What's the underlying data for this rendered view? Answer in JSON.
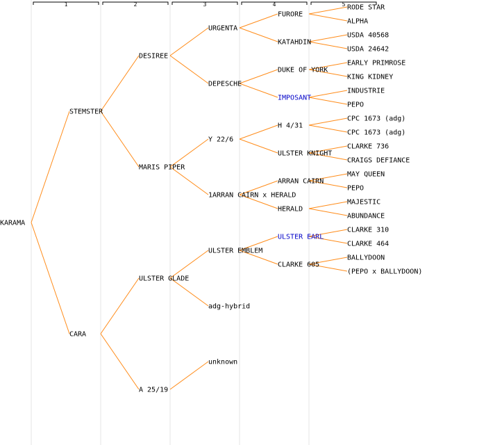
{
  "generation_labels": [
    "1",
    "2",
    "3",
    "4",
    "5"
  ],
  "colors": {
    "edge": "#ff8c1a",
    "text": "#000000",
    "link": "#0000c8",
    "column_line": "#e6e6e6",
    "ruler": "#000000"
  },
  "tree": {
    "name": "KARAMA",
    "children": [
      {
        "name": "STEMSTER",
        "children": [
          {
            "name": "DESIREE",
            "children": [
              {
                "name": "URGENTA",
                "children": [
                  {
                    "name": "FURORE",
                    "children": [
                      {
                        "name": "RODE STAR"
                      },
                      {
                        "name": "ALPHA"
                      }
                    ]
                  },
                  {
                    "name": "KATAHDIN",
                    "children": [
                      {
                        "name": "USDA 40568"
                      },
                      {
                        "name": "USDA 24642"
                      }
                    ]
                  }
                ]
              },
              {
                "name": "DEPESCHE",
                "children": [
                  {
                    "name": "DUKE OF YORK",
                    "children": [
                      {
                        "name": "EARLY PRIMROSE"
                      },
                      {
                        "name": "KING KIDNEY"
                      }
                    ]
                  },
                  {
                    "name": "IMPOSANT",
                    "link": true,
                    "children": [
                      {
                        "name": "INDUSTRIE"
                      },
                      {
                        "name": "PEPO"
                      }
                    ]
                  }
                ]
              }
            ]
          },
          {
            "name": "MARIS PIPER",
            "children": [
              {
                "name": "Y 22/6",
                "children": [
                  {
                    "name": "H 4/31",
                    "children": [
                      {
                        "name": "CPC 1673 (adg)"
                      },
                      {
                        "name": "CPC 1673 (adg)"
                      }
                    ]
                  },
                  {
                    "name": "ULSTER KNIGHT",
                    "children": [
                      {
                        "name": "CLARKE 736"
                      },
                      {
                        "name": "CRAIGS DEFIANCE"
                      }
                    ]
                  }
                ]
              },
              {
                "name": "1ARRAN CAIRN x HERALD",
                "children": [
                  {
                    "name": "ARRAN CAIRN",
                    "children": [
                      {
                        "name": "MAY QUEEN"
                      },
                      {
                        "name": "PEPO"
                      }
                    ]
                  },
                  {
                    "name": "HERALD",
                    "children": [
                      {
                        "name": "MAJESTIC"
                      },
                      {
                        "name": "ABUNDANCE"
                      }
                    ]
                  }
                ]
              }
            ]
          }
        ]
      },
      {
        "name": "CARA",
        "children": [
          {
            "name": "ULSTER GLADE",
            "children": [
              {
                "name": "ULSTER EMBLEM",
                "children": [
                  {
                    "name": "ULSTER EARL",
                    "link": true,
                    "children": [
                      {
                        "name": "CLARKE 310"
                      },
                      {
                        "name": "CLARKE 464"
                      }
                    ]
                  },
                  {
                    "name": "CLARKE 605",
                    "children": [
                      {
                        "name": "BALLYDOON"
                      },
                      {
                        "name": "(PEPO x BALLYDOON)"
                      }
                    ]
                  }
                ]
              },
              {
                "name": "adg-hybrid"
              }
            ]
          },
          {
            "name": "A 25/19",
            "children": [
              {
                "name": "unknown"
              }
            ]
          }
        ]
      }
    ]
  }
}
